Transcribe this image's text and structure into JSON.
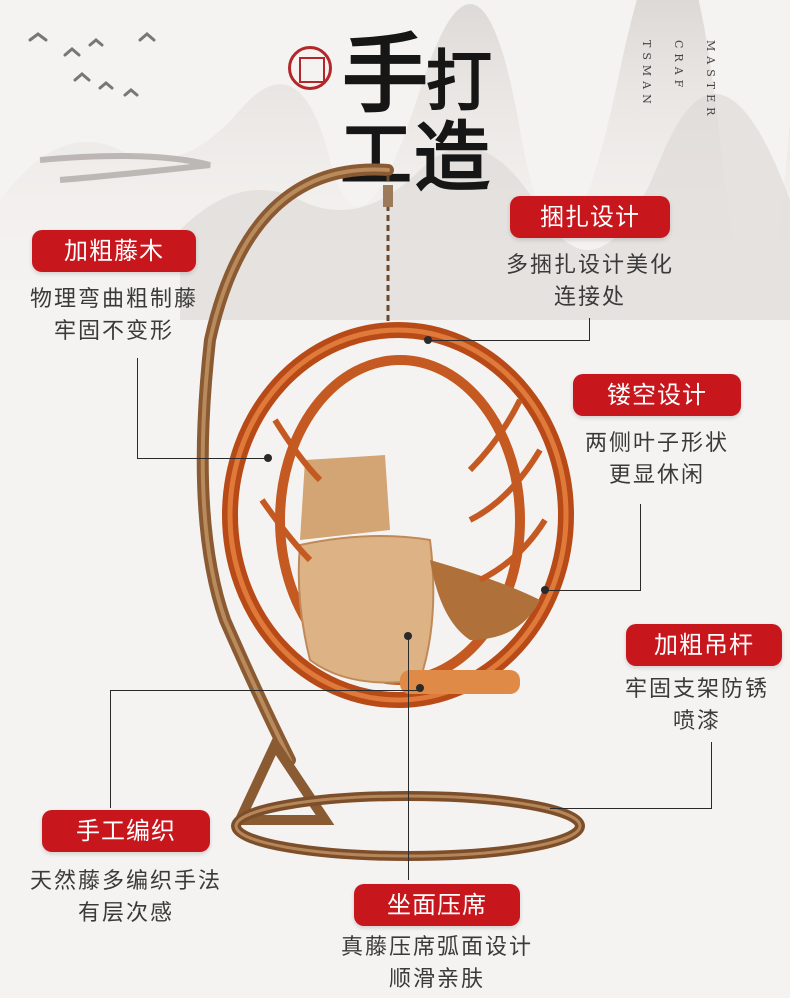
{
  "title": {
    "chars": [
      "手",
      "打",
      "工",
      "造"
    ]
  },
  "vertical_text": [
    "MASTER",
    "CRAF",
    "TSMAN"
  ],
  "colors": {
    "accent": "#c8161d",
    "background": "#f5f3f1",
    "text": "#3a3a3a"
  },
  "callouts": [
    {
      "label": "加粗藤木",
      "desc1": "物理弯曲粗制藤",
      "desc2": "牢固不变形"
    },
    {
      "label": "捆扎设计",
      "desc1": "多捆扎设计美化",
      "desc2": "连接处"
    },
    {
      "label": "镂空设计",
      "desc1": "两侧叶子形状",
      "desc2": "更显休闲"
    },
    {
      "label": "加粗吊杆",
      "desc1": "牢固支架防锈",
      "desc2": "喷漆"
    },
    {
      "label": "手工编织",
      "desc1": "天然藤多编织手法",
      "desc2": "有层次感"
    },
    {
      "label": "坐面压席",
      "desc1": "真藤压席弧面设计",
      "desc2": "顺滑亲肤"
    }
  ]
}
